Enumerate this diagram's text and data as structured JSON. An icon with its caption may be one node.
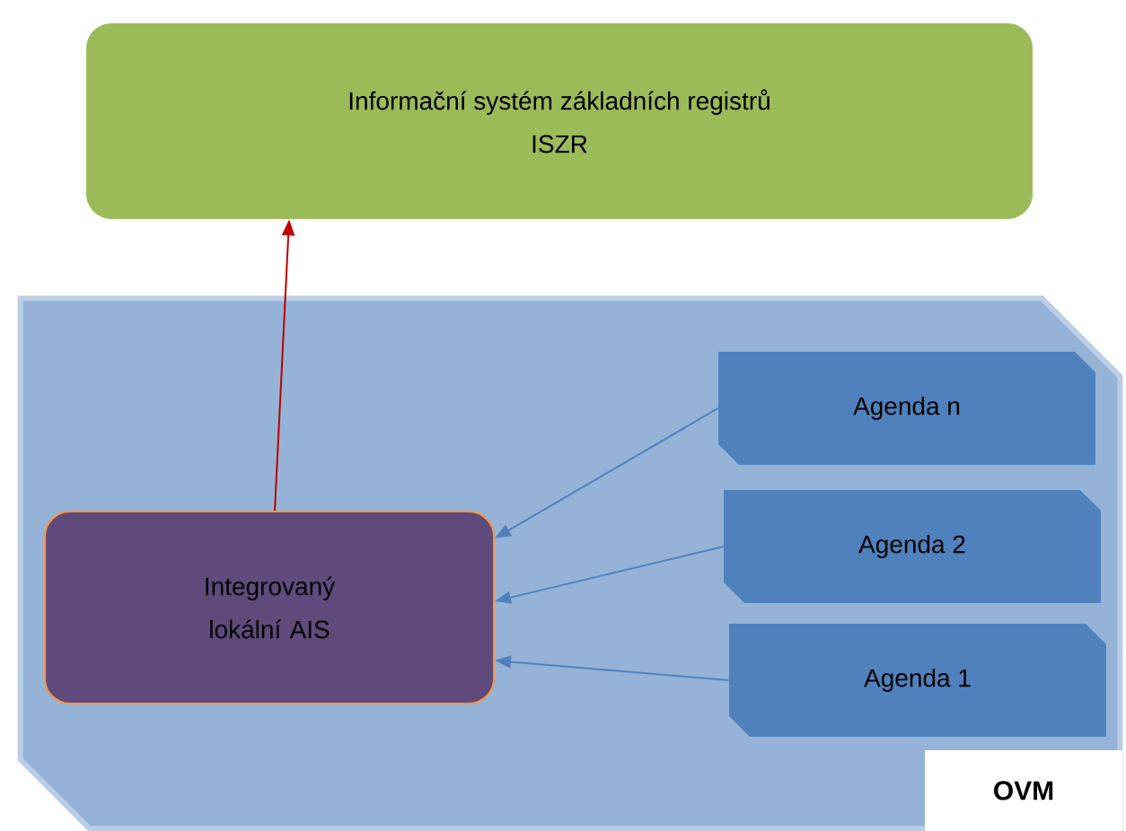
{
  "diagram": {
    "nodes": [
      {
        "text": [
          "Informační systém základních registrů",
          "ISZR"
        ]
      },
      {
        "text": [
          "OVM"
        ]
      },
      {
        "text": [
          "Integrovaný lokální AIS"
        ],
        "in": 1
      },
      {
        "text": [
          "Agenda n"
        ],
        "in": 1
      },
      {
        "text": [
          "Agenda 2"
        ],
        "in": 1
      },
      {
        "text": [
          "Agenda 1"
        ],
        "in": 1
      }
    ],
    "edges": [
      {
        "from": 2,
        "to": 0,
        "arrow": "to",
        "color": "#c00000"
      },
      {
        "from": 3,
        "to": 2,
        "arrow": "to"
      },
      {
        "from": 4,
        "to": 2,
        "arrow": "to"
      },
      {
        "from": 5,
        "to": 2,
        "arrow": "to"
      }
    ]
  }
}
